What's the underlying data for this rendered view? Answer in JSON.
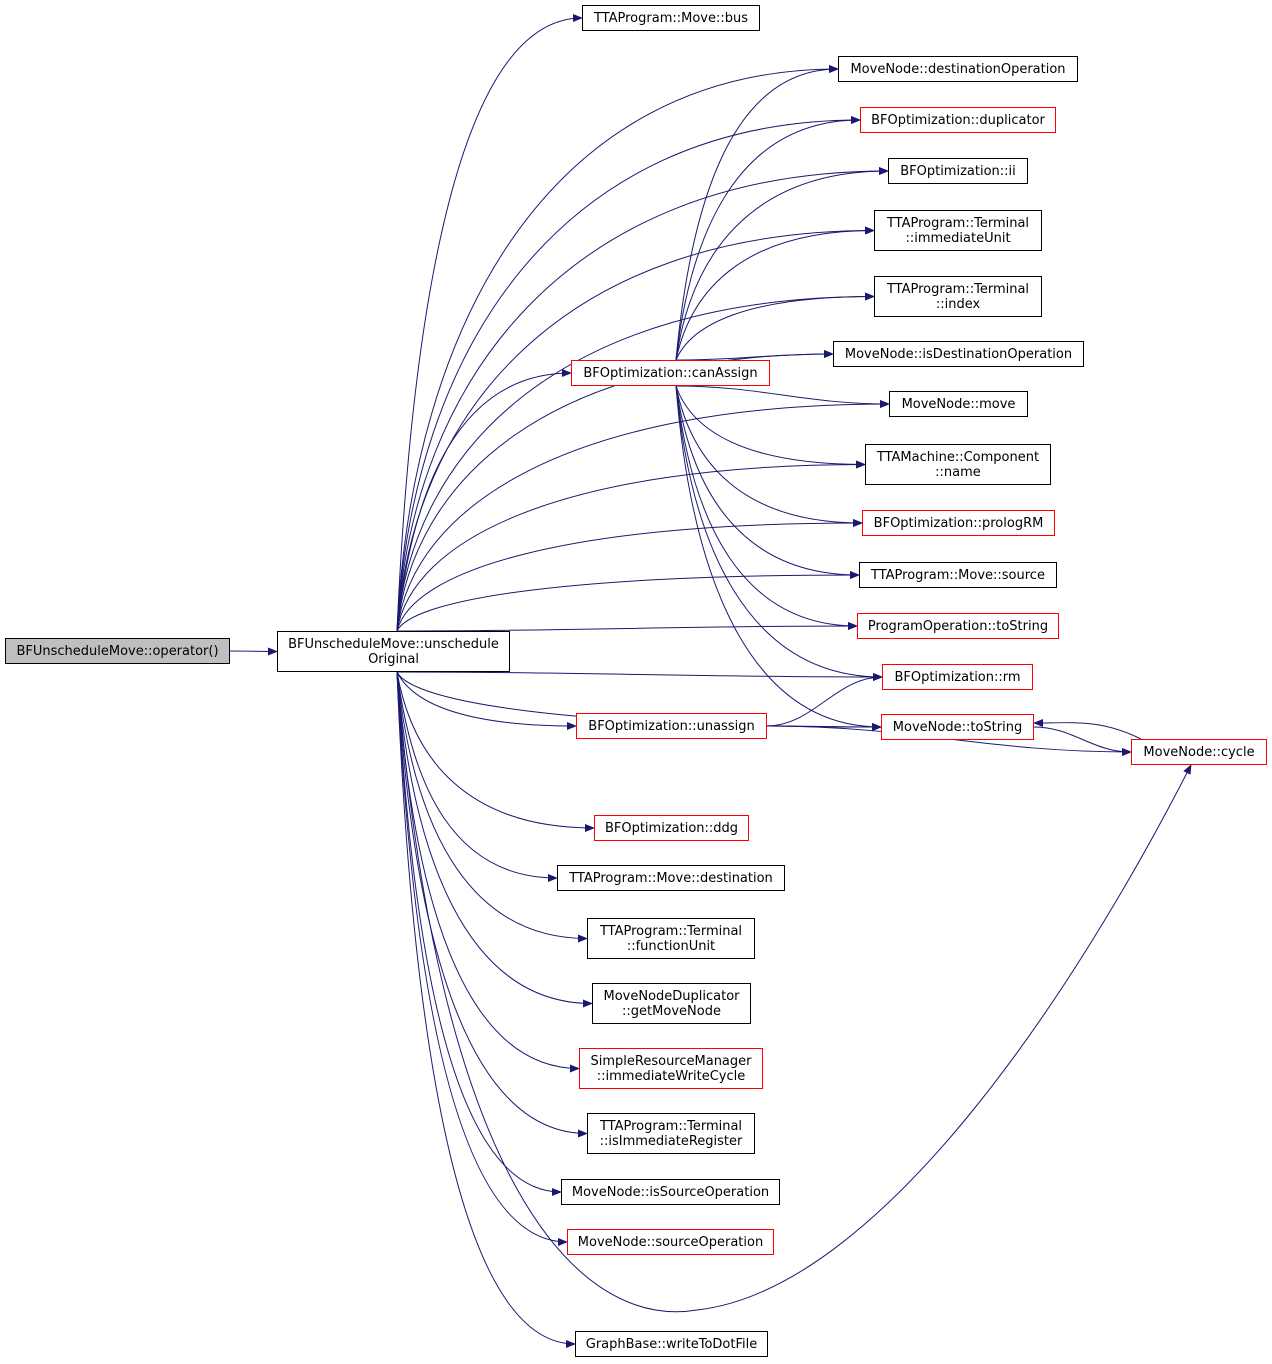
{
  "colors": {
    "edge": "#191970",
    "normal_border": "#000000",
    "highlight_border": "#ff0000",
    "root_fill": "#bfbfbf"
  },
  "nodes": {
    "root": {
      "lines": [
        "BFUnscheduleMove::operator()"
      ],
      "style": "root"
    },
    "unschedule": {
      "lines": [
        "BFUnscheduleMove::unschedule",
        "Original"
      ],
      "style": "normal"
    },
    "bus": {
      "lines": [
        "TTAProgram::Move::bus"
      ],
      "style": "normal"
    },
    "destOp": {
      "lines": [
        "MoveNode::destinationOperation"
      ],
      "style": "normal"
    },
    "duplicator": {
      "lines": [
        "BFOptimization::duplicator"
      ],
      "style": "red"
    },
    "ii": {
      "lines": [
        "BFOptimization::ii"
      ],
      "style": "normal"
    },
    "immUnit": {
      "lines": [
        "TTAProgram::Terminal",
        "::immediateUnit"
      ],
      "style": "normal"
    },
    "index": {
      "lines": [
        "TTAProgram::Terminal",
        "::index"
      ],
      "style": "normal"
    },
    "isDestOp": {
      "lines": [
        "MoveNode::isDestinationOperation"
      ],
      "style": "normal"
    },
    "canAssign": {
      "lines": [
        "BFOptimization::canAssign"
      ],
      "style": "red"
    },
    "move": {
      "lines": [
        "MoveNode::move"
      ],
      "style": "normal"
    },
    "compName": {
      "lines": [
        "TTAMachine::Component",
        "::name"
      ],
      "style": "normal"
    },
    "prologRM": {
      "lines": [
        "BFOptimization::prologRM"
      ],
      "style": "red"
    },
    "source": {
      "lines": [
        "TTAProgram::Move::source"
      ],
      "style": "normal"
    },
    "poToString": {
      "lines": [
        "ProgramOperation::toString"
      ],
      "style": "red"
    },
    "rm": {
      "lines": [
        "BFOptimization::rm"
      ],
      "style": "red"
    },
    "unassign": {
      "lines": [
        "BFOptimization::unassign"
      ],
      "style": "red"
    },
    "mnToString": {
      "lines": [
        "MoveNode::toString"
      ],
      "style": "red"
    },
    "cycle": {
      "lines": [
        "MoveNode::cycle"
      ],
      "style": "red"
    },
    "ddg": {
      "lines": [
        "BFOptimization::ddg"
      ],
      "style": "red"
    },
    "destination": {
      "lines": [
        "TTAProgram::Move::destination"
      ],
      "style": "normal"
    },
    "funcUnit": {
      "lines": [
        "TTAProgram::Terminal",
        "::functionUnit"
      ],
      "style": "normal"
    },
    "getMoveNode": {
      "lines": [
        "MoveNodeDuplicator",
        "::getMoveNode"
      ],
      "style": "normal"
    },
    "immWriteCycle": {
      "lines": [
        "SimpleResourceManager",
        "::immediateWriteCycle"
      ],
      "style": "red"
    },
    "isImmReg": {
      "lines": [
        "TTAProgram::Terminal",
        "::isImmediateRegister"
      ],
      "style": "normal"
    },
    "isSrcOp": {
      "lines": [
        "MoveNode::isSourceOperation"
      ],
      "style": "normal"
    },
    "srcOp": {
      "lines": [
        "MoveNode::sourceOperation"
      ],
      "style": "red"
    },
    "writeToDot": {
      "lines": [
        "GraphBase::writeToDotFile"
      ],
      "style": "normal"
    }
  },
  "edges": [
    [
      "root",
      "unschedule"
    ],
    [
      "unschedule",
      "bus"
    ],
    [
      "unschedule",
      "destOp"
    ],
    [
      "unschedule",
      "duplicator"
    ],
    [
      "unschedule",
      "ii"
    ],
    [
      "unschedule",
      "immUnit"
    ],
    [
      "unschedule",
      "index"
    ],
    [
      "unschedule",
      "isDestOp"
    ],
    [
      "unschedule",
      "canAssign"
    ],
    [
      "unschedule",
      "move"
    ],
    [
      "unschedule",
      "compName"
    ],
    [
      "unschedule",
      "prologRM"
    ],
    [
      "unschedule",
      "source"
    ],
    [
      "unschedule",
      "poToString"
    ],
    [
      "unschedule",
      "rm"
    ],
    [
      "unschedule",
      "unassign"
    ],
    [
      "unschedule",
      "mnToString"
    ],
    [
      "unschedule",
      "ddg"
    ],
    [
      "unschedule",
      "destination"
    ],
    [
      "unschedule",
      "funcUnit"
    ],
    [
      "unschedule",
      "getMoveNode"
    ],
    [
      "unschedule",
      "immWriteCycle"
    ],
    [
      "unschedule",
      "isImmReg"
    ],
    [
      "unschedule",
      "isSrcOp"
    ],
    [
      "unschedule",
      "srcOp"
    ],
    [
      "unschedule",
      "cycle"
    ],
    [
      "unschedule",
      "writeToDot"
    ],
    [
      "canAssign",
      "destOp"
    ],
    [
      "canAssign",
      "duplicator"
    ],
    [
      "canAssign",
      "ii"
    ],
    [
      "canAssign",
      "immUnit"
    ],
    [
      "canAssign",
      "index"
    ],
    [
      "canAssign",
      "isDestOp"
    ],
    [
      "canAssign",
      "move"
    ],
    [
      "canAssign",
      "compName"
    ],
    [
      "canAssign",
      "prologRM"
    ],
    [
      "canAssign",
      "source"
    ],
    [
      "canAssign",
      "poToString"
    ],
    [
      "canAssign",
      "rm"
    ],
    [
      "canAssign",
      "mnToString"
    ],
    [
      "unassign",
      "rm"
    ],
    [
      "unassign",
      "mnToString"
    ],
    [
      "unassign",
      "cycle"
    ],
    [
      "mnToString",
      "cycle"
    ],
    [
      "cycle",
      "mnToString"
    ]
  ]
}
